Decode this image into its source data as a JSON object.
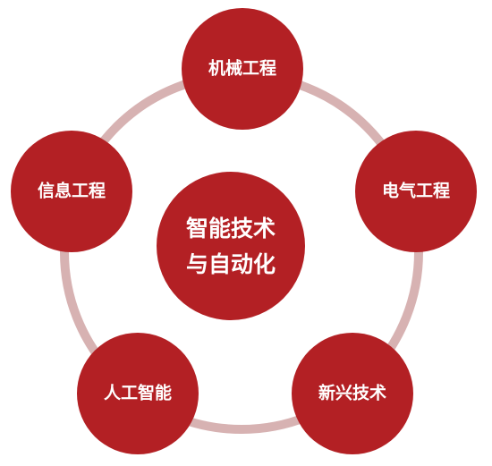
{
  "colors": {
    "node_fill": "#B32024",
    "ring": "#D7B2B2",
    "text": "#FFFFFF",
    "background": "#FFFFFF"
  },
  "diagram": {
    "center": {
      "line1": "智能技术",
      "line2": "与自动化"
    },
    "nodes": [
      {
        "label": "机械工程"
      },
      {
        "label": "电气工程"
      },
      {
        "label": "新兴技术"
      },
      {
        "label": "人工智能"
      },
      {
        "label": "信息工程"
      }
    ]
  }
}
